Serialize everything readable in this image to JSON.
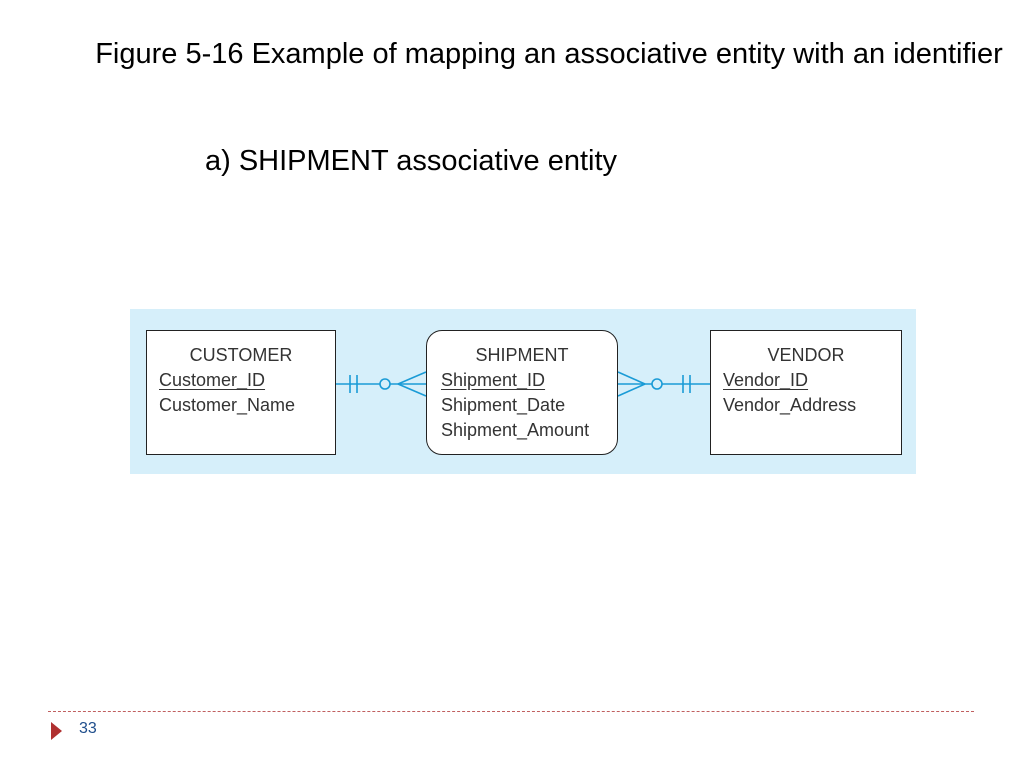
{
  "slide": {
    "title": "Figure 5-16 Example of mapping an associative entity with an identifier",
    "subtitle": "a) SHIPMENT associative entity",
    "page_number": "33"
  },
  "diagram": {
    "entities": [
      {
        "name": "CUSTOMER",
        "identifier": "Customer_ID",
        "attributes": [
          "Customer_Name"
        ]
      },
      {
        "name": "SHIPMENT",
        "identifier": "Shipment_ID",
        "attributes": [
          "Shipment_Date",
          "Shipment_Amount"
        ]
      },
      {
        "name": "VENDOR",
        "identifier": "Vendor_ID",
        "attributes": [
          "Vendor_Address"
        ]
      }
    ],
    "relationships": [
      {
        "from": "CUSTOMER",
        "to": "SHIPMENT",
        "from_cardinality": "mandatory-one",
        "to_cardinality": "optional-many"
      },
      {
        "from": "SHIPMENT",
        "to": "VENDOR",
        "from_cardinality": "optional-many",
        "to_cardinality": "mandatory-one"
      }
    ],
    "colors": {
      "background": "#d6effa",
      "relationship_line": "#1a9bd6",
      "entity_border": "#222222"
    }
  },
  "footer": {
    "accent": "#b03030"
  }
}
